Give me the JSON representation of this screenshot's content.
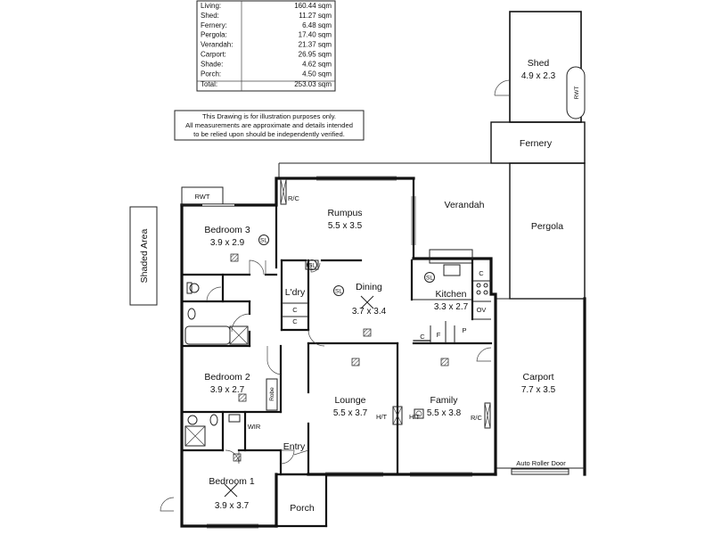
{
  "area_table": [
    {
      "label": "Living:",
      "value": "160.44 sqm"
    },
    {
      "label": "Shed:",
      "value": "11.27 sqm"
    },
    {
      "label": "Fernery:",
      "value": "6.48 sqm"
    },
    {
      "label": "Pergola:",
      "value": "17.40 sqm"
    },
    {
      "label": "Verandah:",
      "value": "21.37 sqm"
    },
    {
      "label": "Carport:",
      "value": "26.95 sqm"
    },
    {
      "label": "Shade:",
      "value": "4.62 sqm"
    },
    {
      "label": "Porch:",
      "value": "4.50 sqm"
    },
    {
      "label": "Total:",
      "value": "253.03 sqm"
    }
  ],
  "disclaimer": [
    "This Drawing is for illustration purposes only.",
    "All measurements are approximate and details intended",
    "to be relied upon should be independently verified."
  ],
  "rooms": {
    "shed": {
      "name": "Shed",
      "size": "4.9 x 2.3"
    },
    "fernery": {
      "name": "Fernery"
    },
    "pergola": {
      "name": "Pergola"
    },
    "verandah": {
      "name": "Verandah"
    },
    "rumpus": {
      "name": "Rumpus",
      "size": "5.5 x 3.5"
    },
    "bedroom3": {
      "name": "Bedroom 3",
      "size": "3.9 x 2.9"
    },
    "laundry": {
      "name": "L'dry"
    },
    "dining": {
      "name": "Dining",
      "size": "3.7 x 3.4"
    },
    "kitchen": {
      "name": "Kitchen",
      "size": "3.3 x 2.7"
    },
    "bedroom2": {
      "name": "Bedroom 2",
      "size": "3.9 x 2.7"
    },
    "lounge": {
      "name": "Lounge",
      "size": "5.5 x 3.7"
    },
    "family": {
      "name": "Family",
      "size": "5.5 x 3.8"
    },
    "carport": {
      "name": "Carport",
      "size": "7.7 x 3.5"
    },
    "bedroom1": {
      "name": "Bedroom 1",
      "size": "3.9 x 3.7"
    },
    "entry": {
      "name": "Entry"
    },
    "porch": {
      "name": "Porch"
    }
  },
  "labels": {
    "shaded_area": "Shaded Area",
    "rwt": "RWT",
    "rc": "R/C",
    "sl": "SL",
    "cupboard": "C",
    "fridge": "F",
    "pantry": "P",
    "oven": "OV",
    "robe": "Robe",
    "wir": "WIR",
    "ht": "H/T",
    "auto_roller_door": "Auto Roller Door"
  }
}
